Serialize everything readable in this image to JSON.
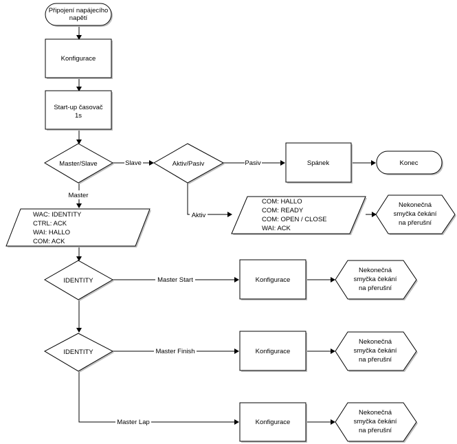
{
  "nodes": {
    "start": {
      "lines": [
        "Připojení napájecího",
        "napětí"
      ]
    },
    "config_main": {
      "lines": [
        "Konfigurace"
      ]
    },
    "startup_timer": {
      "lines": [
        "Start-up časovač",
        "1s"
      ]
    },
    "master_slave": {
      "lines": [
        "Master/Slave"
      ]
    },
    "aktiv_pasiv": {
      "lines": [
        "Aktiv/Pasiv"
      ]
    },
    "spanek": {
      "lines": [
        "Spánek"
      ]
    },
    "konec": {
      "lines": [
        "Konec"
      ]
    },
    "io_slave": {
      "lines": [
        "COM: HALLO",
        "COM: READY",
        "COM: OPEN / CLOSE",
        "WAI: ACK"
      ]
    },
    "loop_slave": {
      "lines": [
        "Nekonečná",
        "smyčka čekání",
        "na přerušní"
      ]
    },
    "io_master": {
      "lines": [
        "WAC: IDENTITY",
        "CTRL: ACK",
        "WAI: HALLO",
        "COM: ACK"
      ]
    },
    "identity1": {
      "lines": [
        "IDENTITY"
      ]
    },
    "config_start": {
      "lines": [
        "Konfigurace"
      ]
    },
    "loop_start": {
      "lines": [
        "Nekonečná",
        "smyčka čekání",
        "na přerušní"
      ]
    },
    "identity2": {
      "lines": [
        "IDENTITY"
      ]
    },
    "config_finish": {
      "lines": [
        "Konfigurace"
      ]
    },
    "loop_finish": {
      "lines": [
        "Nekonečná",
        "smyčka čekání",
        "na přerušní"
      ]
    },
    "config_lap": {
      "lines": [
        "Konfigurace"
      ]
    },
    "loop_lap": {
      "lines": [
        "Nekonečná",
        "smyčka čekání",
        "na přerušní"
      ]
    }
  },
  "edge_labels": {
    "slave": "Slave",
    "pasiv": "Pasiv",
    "master": "Master",
    "aktiv": "Aktiv",
    "master_start": "Master Start",
    "master_finish": "Master Finish",
    "master_lap": "Master Lap"
  }
}
